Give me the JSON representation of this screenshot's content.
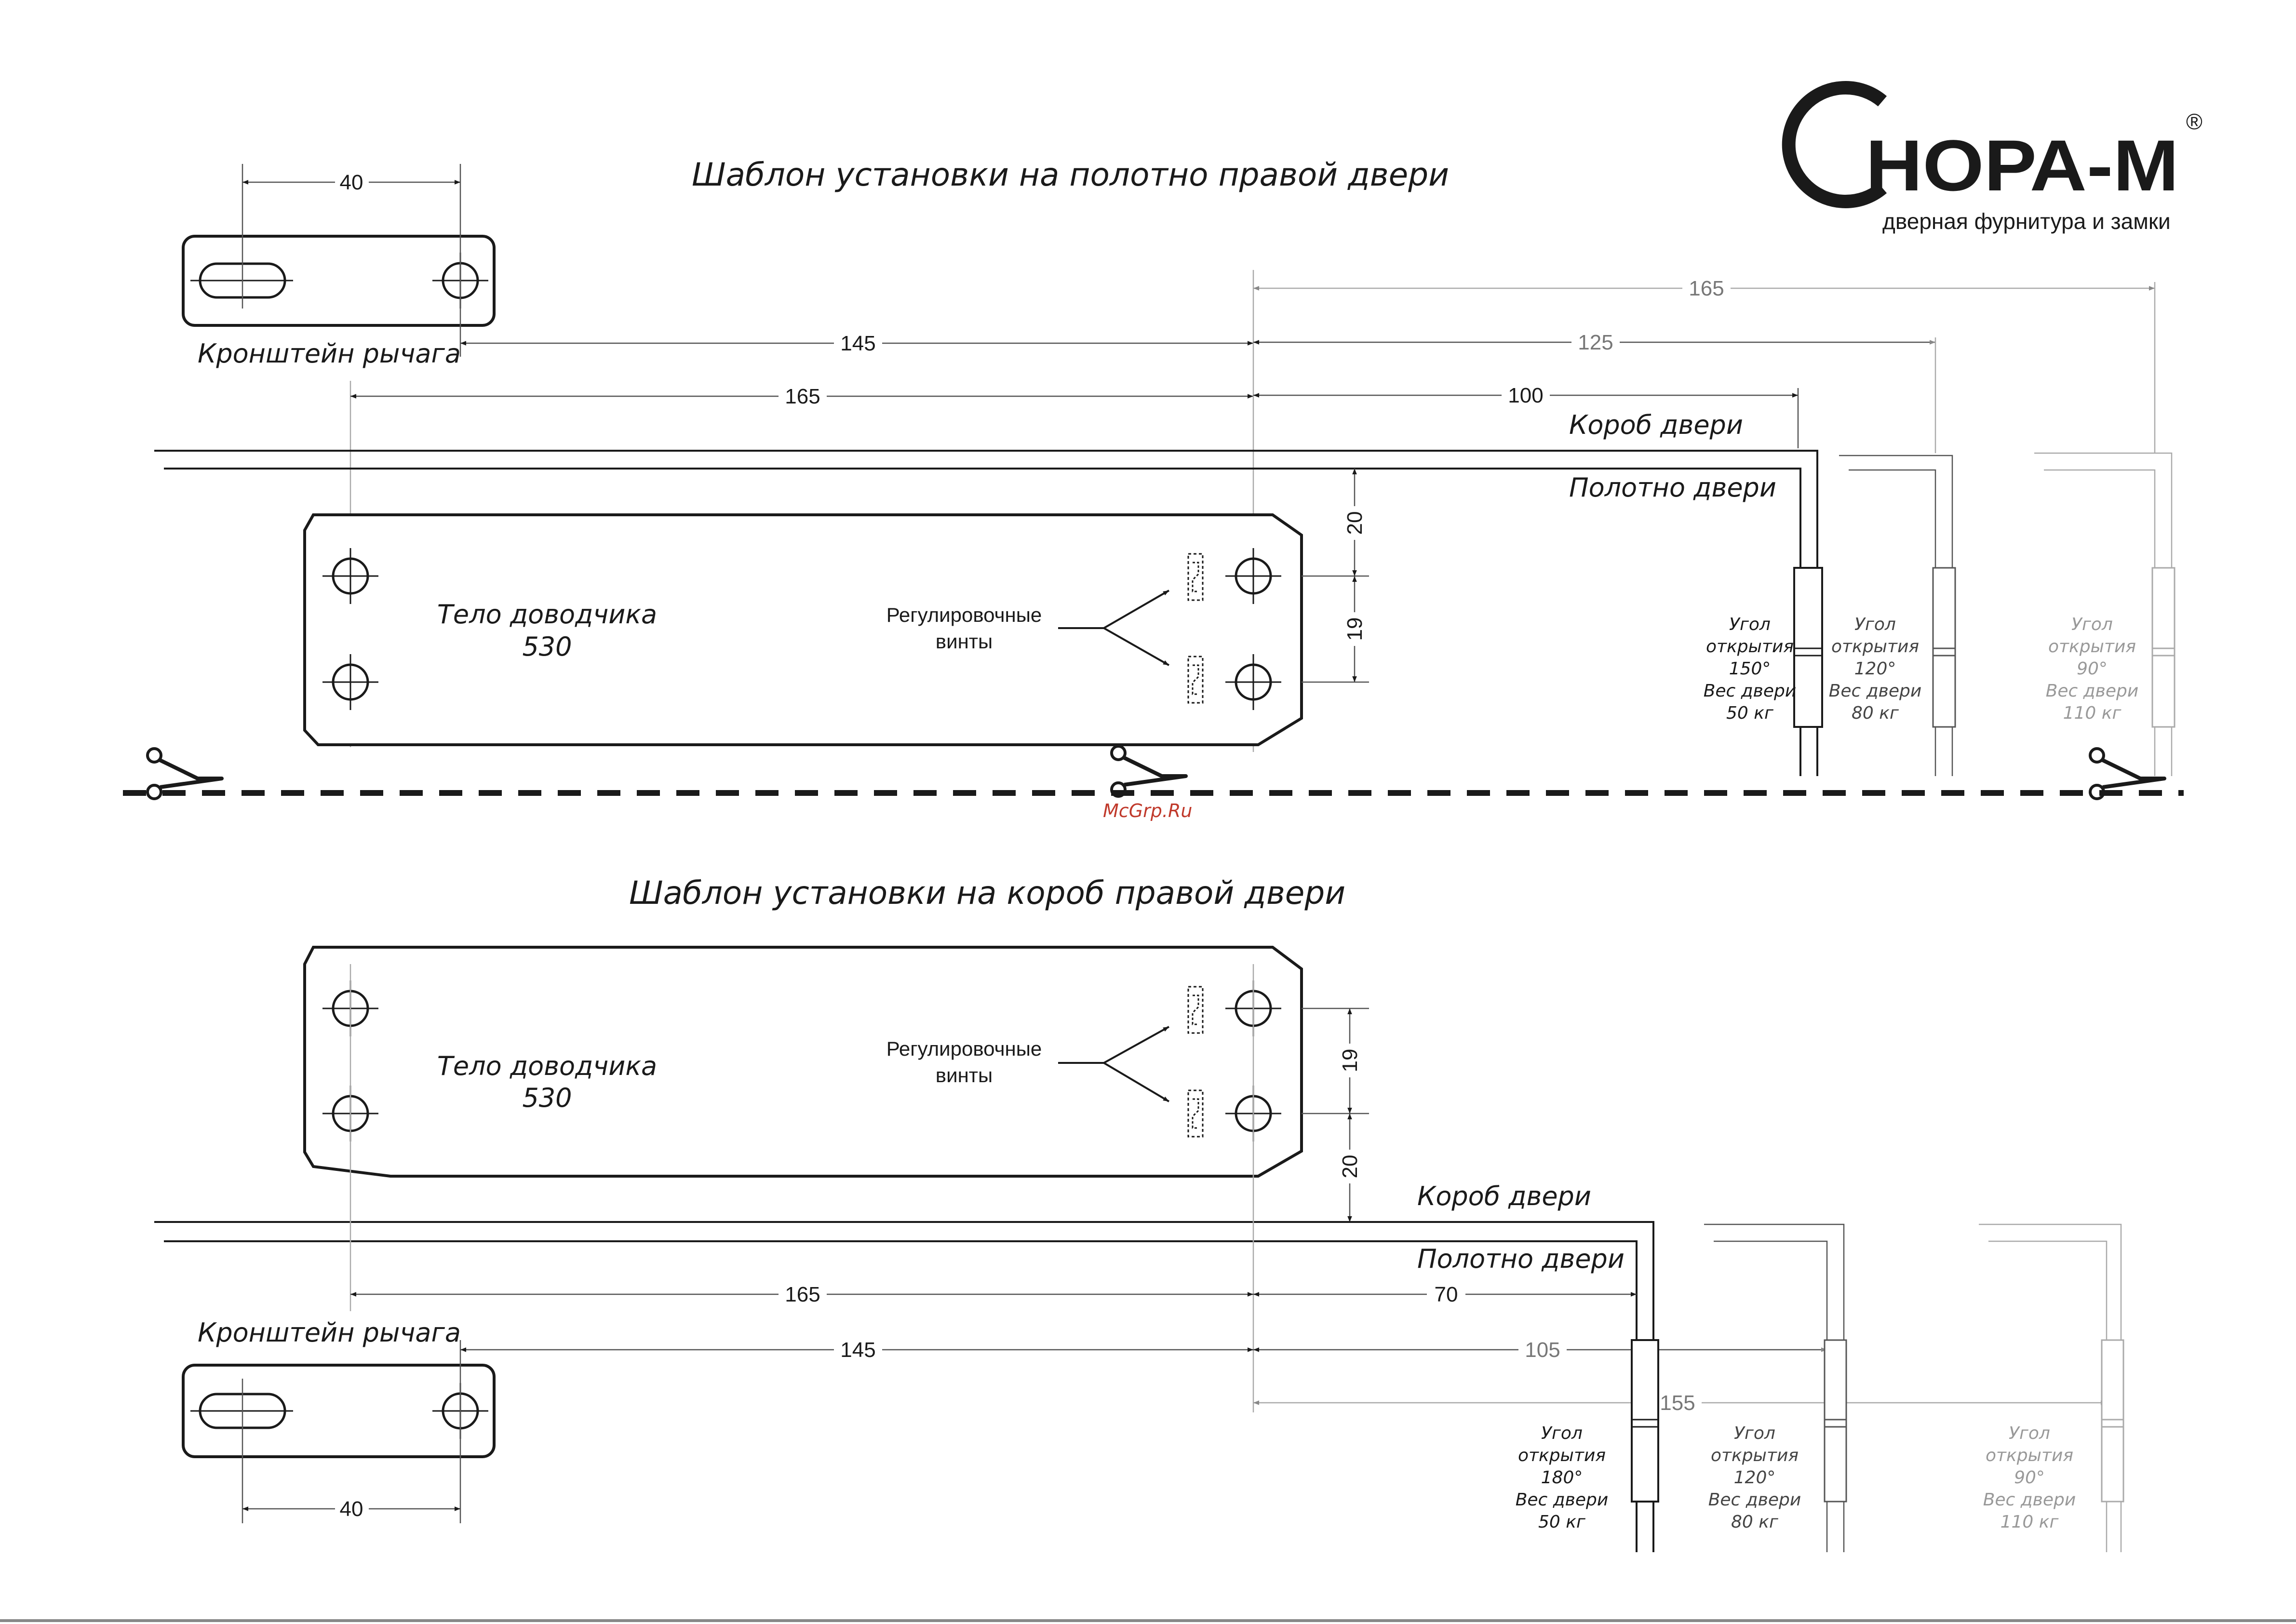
{
  "logo": {
    "brand": "НОРА-М",
    "tagline": "дверная фурнитура и замки",
    "registered": "®"
  },
  "watermark": "McGrp.Ru",
  "top": {
    "title": "Шаблон установки на полотно правой двери",
    "bracket_label": "Кронштейн рычага",
    "body_label": "Тело доводчика",
    "body_model": "530",
    "screws_label_1": "Регулировочные",
    "screws_label_2": "винты",
    "frame_label": "Короб двери",
    "leaf_label": "Полотно двери",
    "dims": {
      "d40": "40",
      "d145": "145",
      "d165": "165",
      "d100": "100",
      "d125": "125",
      "d165b": "165",
      "d20": "20",
      "d19": "19"
    },
    "doors": [
      {
        "l1": "Угол",
        "l2": "открытия",
        "angle": "150°",
        "l3": "Вес двери",
        "weight": "50 кг"
      },
      {
        "l1": "Угол",
        "l2": "открытия",
        "angle": "120°",
        "l3": "Вес двери",
        "weight": "80 кг"
      },
      {
        "l1": "Угол",
        "l2": "открытия",
        "angle": "90°",
        "l3": "Вес двери",
        "weight": "110 кг"
      }
    ]
  },
  "bottom": {
    "title": "Шаблон установки на короб правой двери",
    "bracket_label": "Кронштейн рычага",
    "body_label": "Тело доводчика",
    "body_model": "530",
    "screws_label_1": "Регулировочные",
    "screws_label_2": "винты",
    "frame_label": "Короб двери",
    "leaf_label": "Полотно двери",
    "dims": {
      "d40": "40",
      "d145": "145",
      "d165": "165",
      "d70": "70",
      "d105": "105",
      "d155": "155",
      "d20": "20",
      "d19": "19"
    },
    "doors": [
      {
        "l1": "Угол",
        "l2": "открытия",
        "angle": "180°",
        "l3": "Вес двери",
        "weight": "50 кг"
      },
      {
        "l1": "Угол",
        "l2": "открытия",
        "angle": "120°",
        "l3": "Вес двери",
        "weight": "80 кг"
      },
      {
        "l1": "Угол",
        "l2": "открытия",
        "angle": "90°",
        "l3": "Вес двери",
        "weight": "110 кг"
      }
    ]
  },
  "icons": [
    "scissors-icon",
    "mounting-hole-icon",
    "adjust-screw-icon",
    "arrow-icon"
  ]
}
